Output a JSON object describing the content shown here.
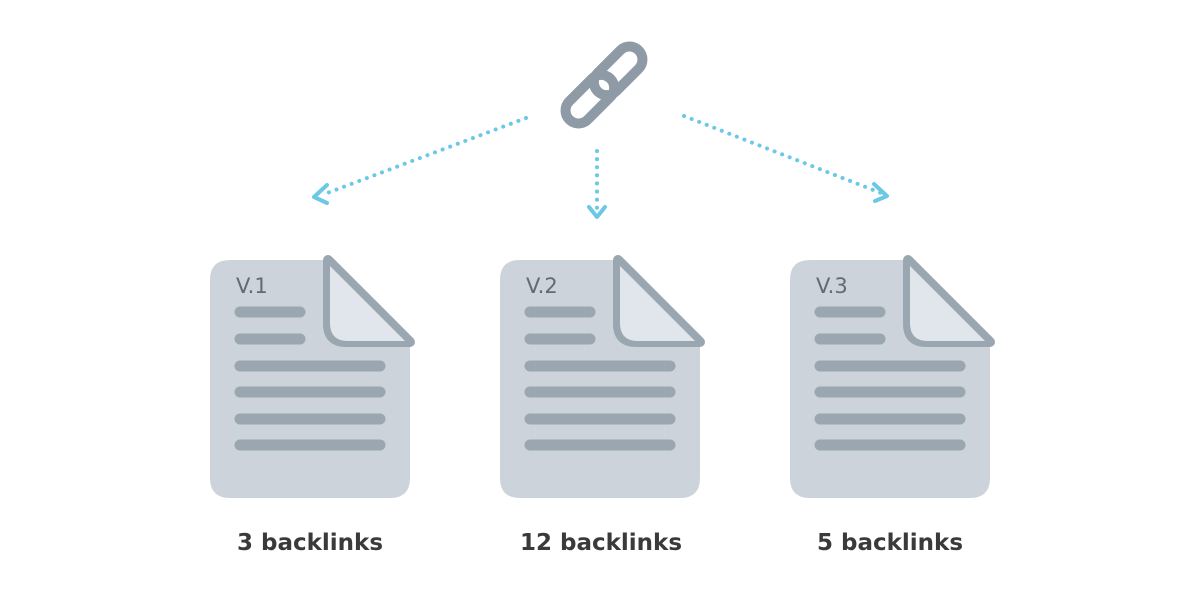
{
  "colors": {
    "page_background": "#ffffff",
    "document_body": "#ccd3da",
    "document_fold": "#e1e6ec",
    "document_lines": "#9aa6b0",
    "version_text": "#5f6b75",
    "caption_text": "#3a3a3a",
    "link_icon": "#8e9aa5",
    "arrows": "#6cc9e6"
  },
  "icons": {
    "source": "chain-link-icon",
    "pages": "document-icon"
  },
  "documents": [
    {
      "version": "V.1",
      "caption": "3 backlinks"
    },
    {
      "version": "V.2",
      "caption": "12 backlinks"
    },
    {
      "version": "V.3",
      "caption": "5 backlinks"
    }
  ]
}
